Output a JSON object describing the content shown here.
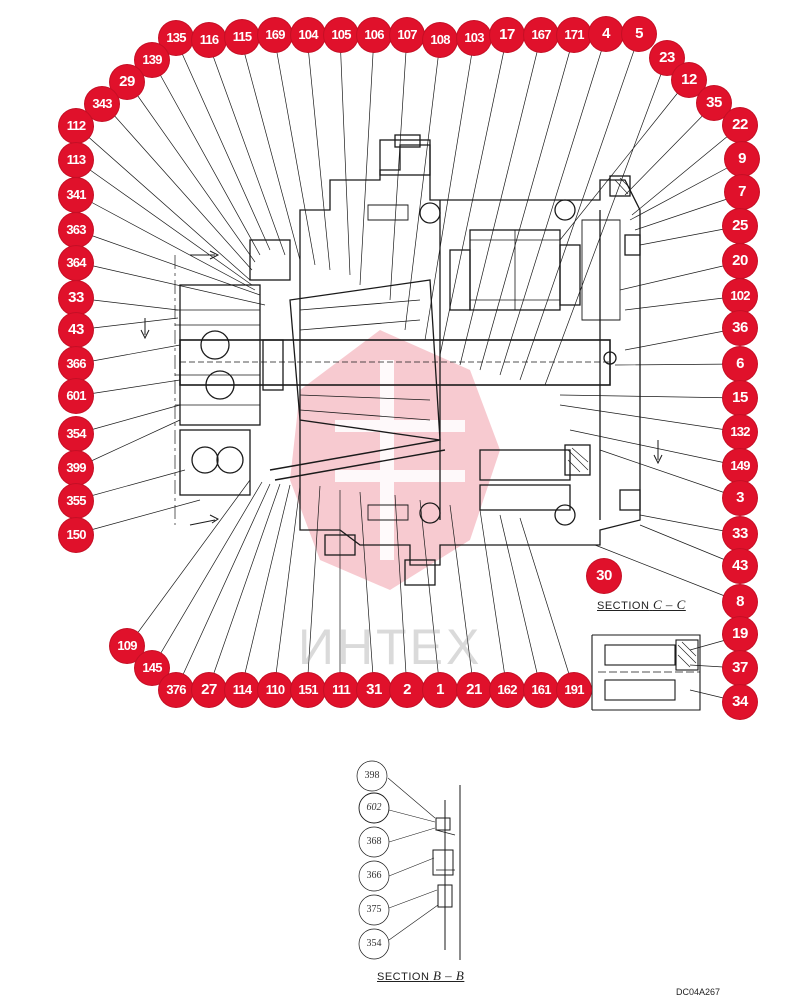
{
  "colors": {
    "callout_fill": "#e0112b",
    "callout_text": "#ffffff",
    "linework": "#1a1a1a",
    "watermark_logo": "#f4b8c0"
  },
  "callouts": [
    "135",
    "116",
    "115",
    "169",
    "104",
    "105",
    "106",
    "107",
    "108",
    "103",
    "17",
    "167",
    "171",
    "4",
    "5",
    "139",
    "23",
    "29",
    "12",
    "343",
    "35",
    "112",
    "22",
    "113",
    "9",
    "341",
    "7",
    "363",
    "25",
    "364",
    "20",
    "33",
    "102",
    "43",
    "36",
    "366",
    "6",
    "601",
    "15",
    "354",
    "132",
    "399",
    "149",
    "355",
    "3",
    "150",
    "33",
    "43",
    "30",
    "8",
    "109",
    "19",
    "145",
    "37",
    "376",
    "27",
    "114",
    "110",
    "151",
    "111",
    "31",
    "2",
    "1",
    "21",
    "162",
    "161",
    "191",
    "34"
  ],
  "section_c": {
    "label": "SECTION",
    "letters": "C – C"
  },
  "section_b": {
    "label": "SECTION",
    "letters": "B – B",
    "parts": [
      "398",
      "602",
      "368",
      "366",
      "375",
      "354"
    ]
  },
  "watermark": "ИНТЕХ",
  "drawing_code": "DC04A267"
}
